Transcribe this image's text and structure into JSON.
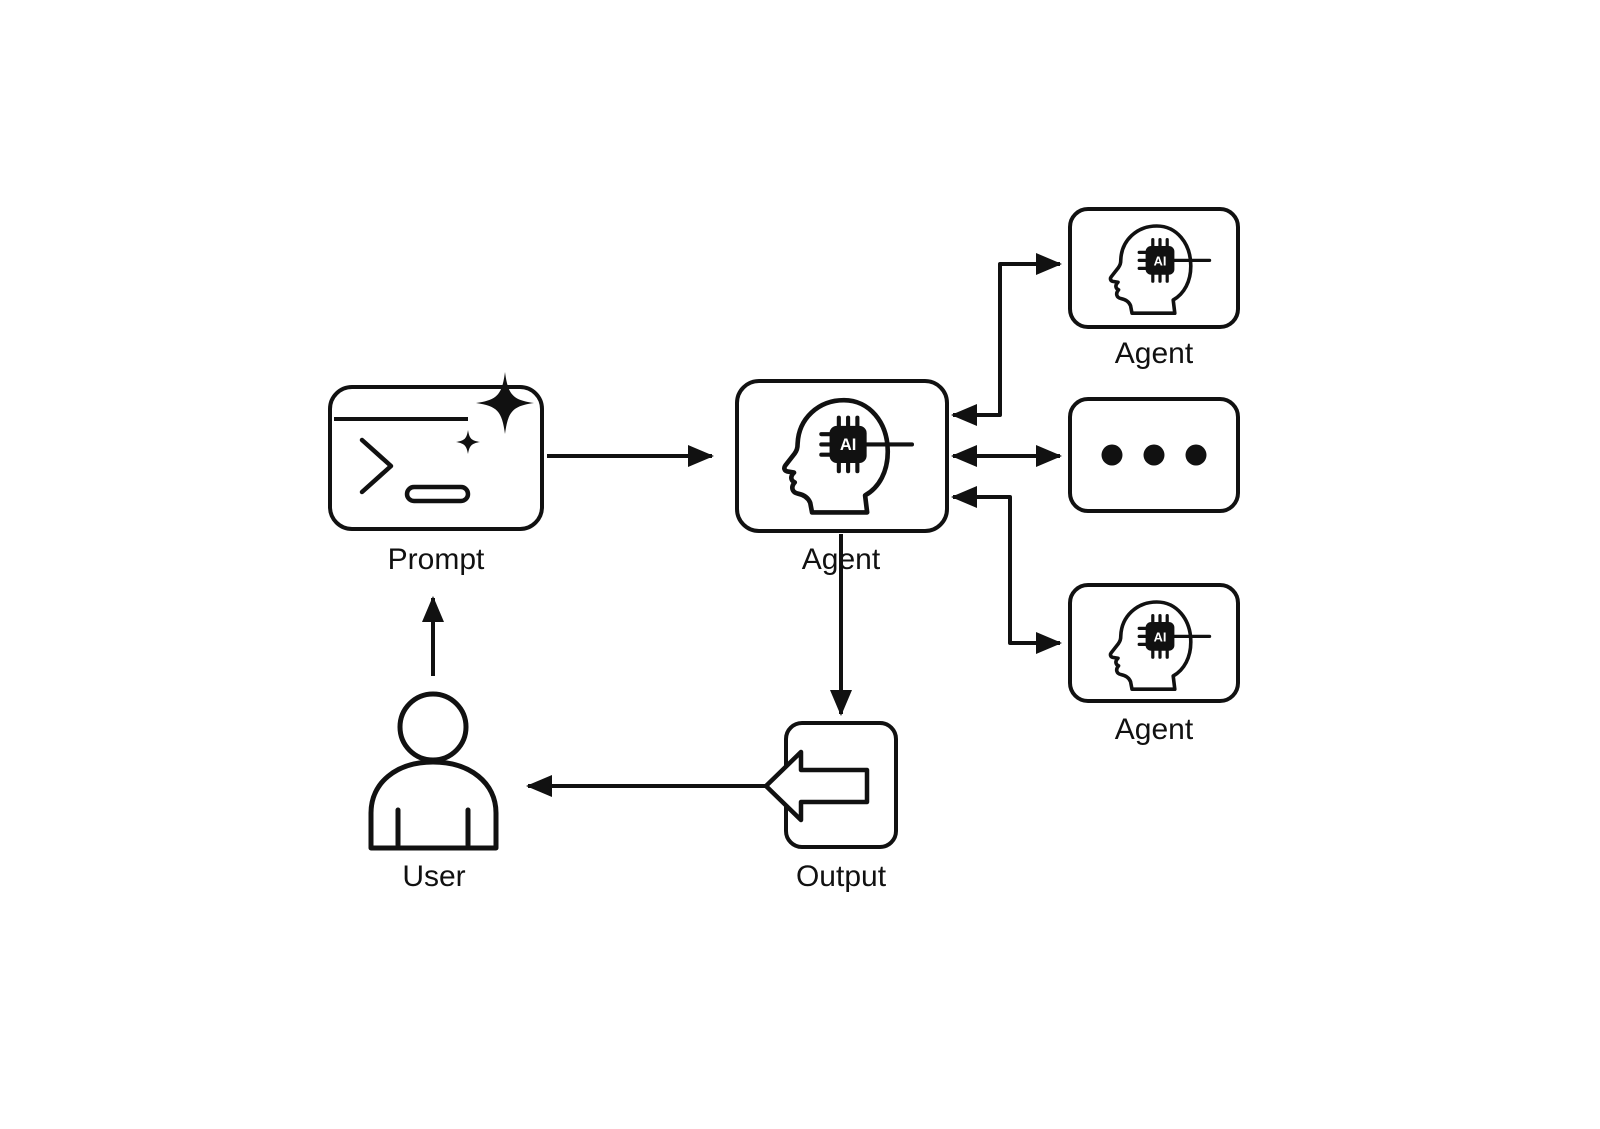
{
  "diagram": {
    "chip_label": "AI",
    "colors": {
      "background": "#ffffff",
      "stroke": "#111111",
      "chip_fill": "#111111",
      "chip_text": "#ffffff"
    },
    "nodes": {
      "prompt": {
        "label": "Prompt",
        "icon": "terminal-prompt-sparkle-icon"
      },
      "agent": {
        "label": "Agent",
        "icon": "ai-head-chip-icon"
      },
      "agent_top": {
        "label": "Agent",
        "icon": "ai-head-chip-icon"
      },
      "more_agents": {
        "label": "",
        "icon": "ellipsis-icon"
      },
      "agent_bottom": {
        "label": "Agent",
        "icon": "ai-head-chip-icon"
      },
      "output": {
        "label": "Output",
        "icon": "arrow-left-icon"
      },
      "user": {
        "label": "User",
        "icon": "person-icon"
      }
    },
    "edges": [
      {
        "from": "prompt",
        "to": "agent",
        "direction": "one-way"
      },
      {
        "from": "agent",
        "to": "agent_top",
        "direction": "two-way"
      },
      {
        "from": "agent",
        "to": "more_agents",
        "direction": "two-way"
      },
      {
        "from": "agent",
        "to": "agent_bottom",
        "direction": "two-way"
      },
      {
        "from": "agent",
        "to": "output",
        "direction": "one-way"
      },
      {
        "from": "output",
        "to": "user",
        "direction": "one-way"
      },
      {
        "from": "user",
        "to": "prompt",
        "direction": "one-way"
      }
    ]
  }
}
